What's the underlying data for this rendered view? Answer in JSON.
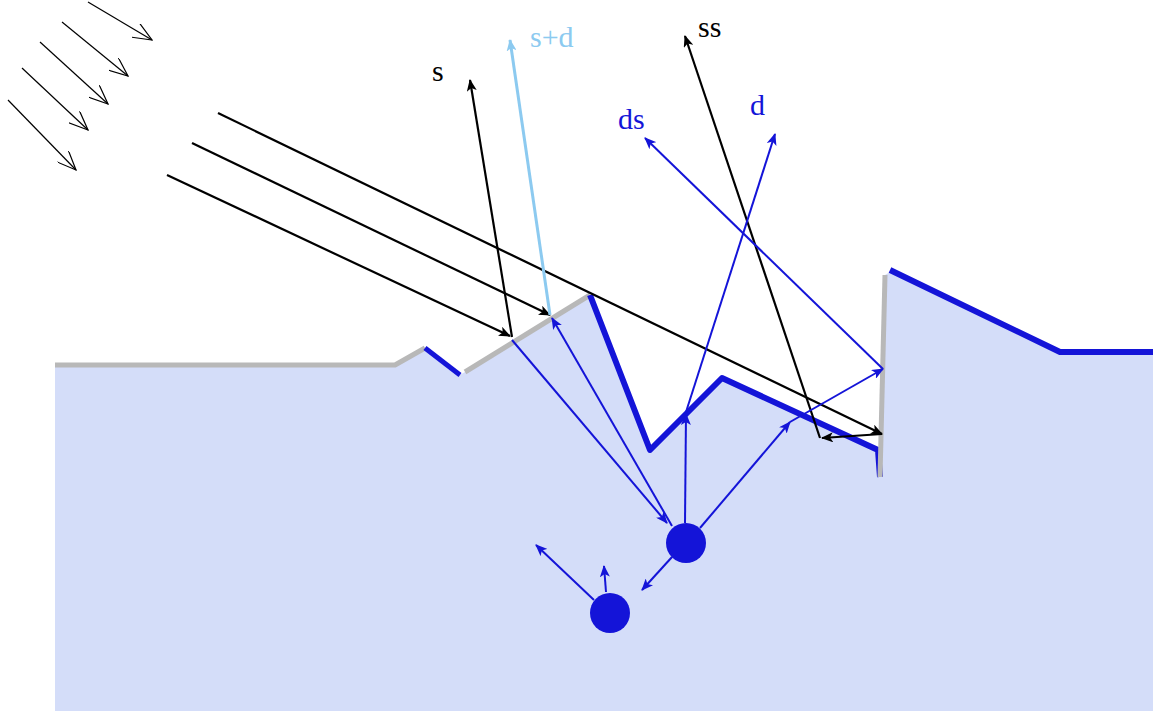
{
  "diagram": {
    "labels": [
      "s",
      "s+d",
      "ss",
      "ds",
      "d"
    ]
  }
}
